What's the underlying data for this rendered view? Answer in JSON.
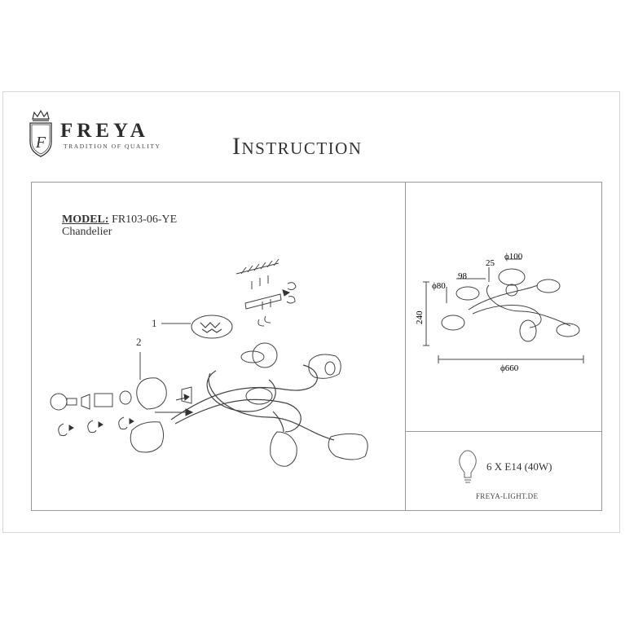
{
  "brand": {
    "name": "FREYA",
    "tagline": "TRADITION OF QUALITY",
    "logo_letter": "F"
  },
  "document": {
    "title": "Instruction"
  },
  "product": {
    "model_label": "MODEL:",
    "model_number": "FR103-06-YE",
    "type": "Chandelier"
  },
  "callouts": {
    "one": "1",
    "two": "2"
  },
  "dimensions": {
    "d100": "ϕ100",
    "d25": "25",
    "d98": "98",
    "d80": "ϕ80",
    "h240": "240",
    "d660": "ϕ660"
  },
  "spec": {
    "bulbs": "6 X E14 (40W)"
  },
  "website": "FREYA-LIGHT.DE",
  "icons": [
    "crown-icon",
    "shield-logo-icon",
    "light-bulb-icon"
  ]
}
